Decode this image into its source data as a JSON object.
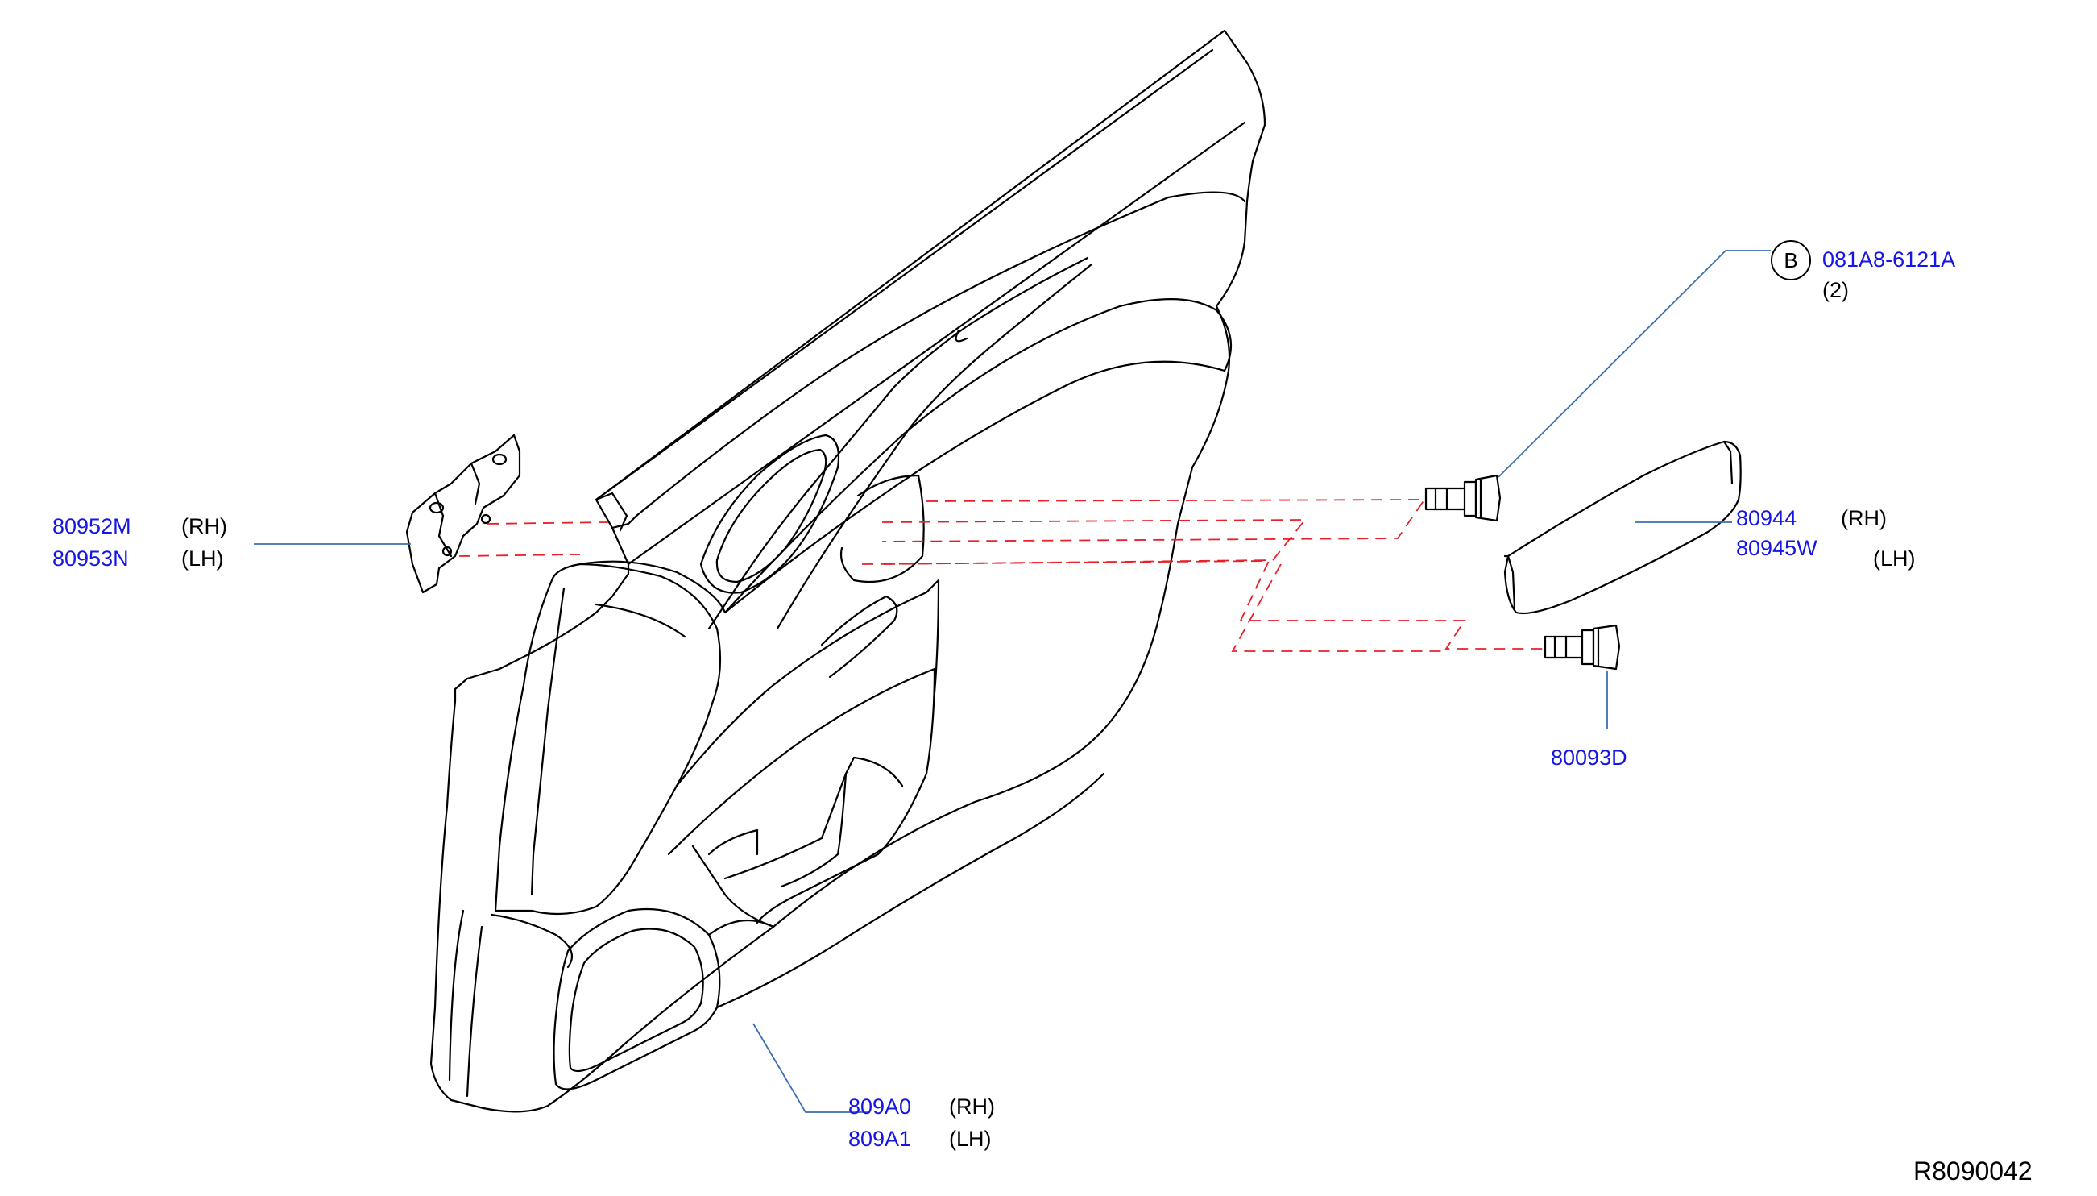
{
  "callouts": {
    "bracket": {
      "rh_part": "80952M",
      "rh_side": "(RH)",
      "lh_part": "80953N",
      "lh_side": "(LH)"
    },
    "bolt_b": {
      "symbol": "B",
      "part": "081A8-6121A",
      "qty": "(2)"
    },
    "cover": {
      "rh_part": "80944",
      "rh_side": "(RH)",
      "lh_part": "80945W",
      "lh_side": "(LH)"
    },
    "clip": {
      "part": "80093D"
    },
    "door_finisher": {
      "rh_part": "809A0",
      "rh_side": "(RH)",
      "lh_part": "809A1",
      "lh_side": "(LH)"
    }
  },
  "reference_code": "R8090042",
  "colors": {
    "part_number": "#1515e6",
    "leader_line": "#3b6fb0",
    "dashed_guide": "#e8202a",
    "line_art": "#000000"
  }
}
